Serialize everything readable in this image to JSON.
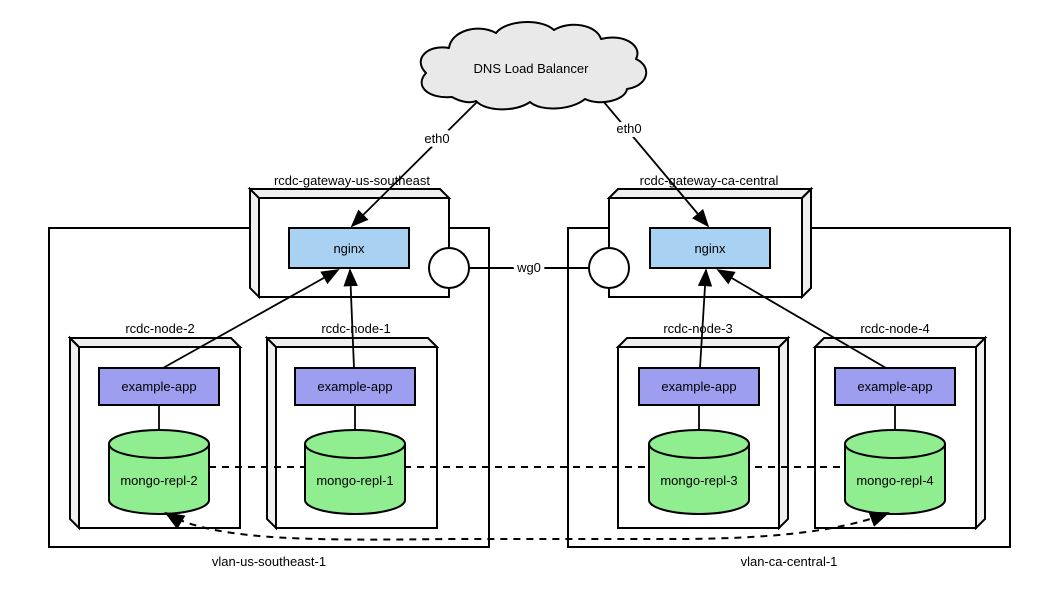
{
  "diagram": {
    "cloud": {
      "label": "DNS Load Balancer"
    },
    "gateways": [
      {
        "name": "rcdc-gateway-us-southeast",
        "service": "nginx",
        "uplink_label": "eth0"
      },
      {
        "name": "rcdc-gateway-ca-central",
        "service": "nginx",
        "uplink_label": "eth0"
      }
    ],
    "tunnel": {
      "label": "wg0"
    },
    "nodes": [
      {
        "name": "rcdc-node-2",
        "app": "example-app",
        "db": "mongo-repl-2"
      },
      {
        "name": "rcdc-node-1",
        "app": "example-app",
        "db": "mongo-repl-1"
      },
      {
        "name": "rcdc-node-3",
        "app": "example-app",
        "db": "mongo-repl-3"
      },
      {
        "name": "rcdc-node-4",
        "app": "example-app",
        "db": "mongo-repl-4"
      }
    ],
    "vlans": [
      {
        "name": "vlan-us-southeast-1"
      },
      {
        "name": "vlan-ca-central-1"
      }
    ],
    "colors": {
      "nginx_fill": "#a8d1f2",
      "app_fill": "#9e9ef0",
      "db_fill": "#90ee90",
      "surface_fill": "#ffffff",
      "bevel_fill": "#efefef",
      "cloud_fill": "#e9e9e9",
      "stroke": "#000000"
    }
  }
}
